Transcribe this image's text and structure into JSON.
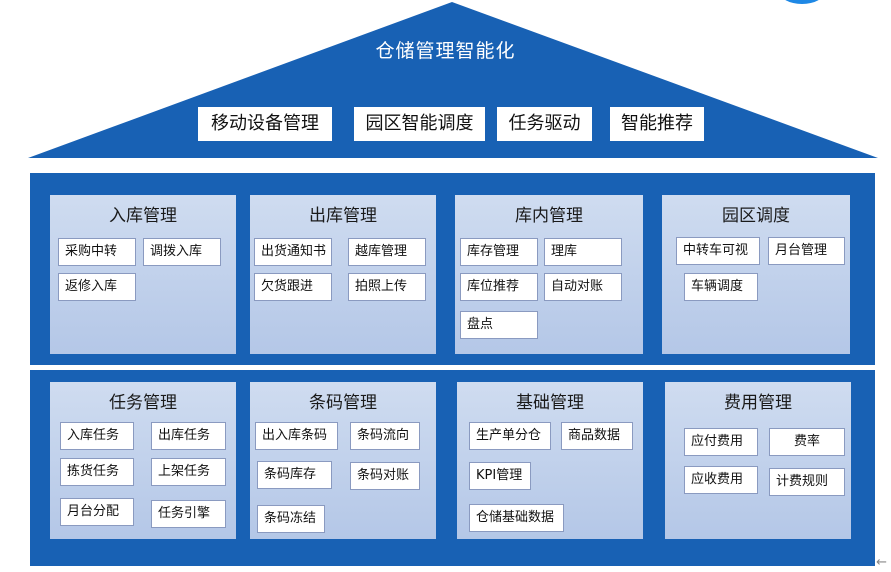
{
  "title": "仓储管理智能化",
  "roof_items": [
    {
      "label": "移动设备管理"
    },
    {
      "label": "园区智能调度"
    },
    {
      "label": "任务驱动"
    },
    {
      "label": "智能推荐"
    }
  ],
  "modules": [
    {
      "title": "入库管理",
      "chips": [
        {
          "label": "采购中转"
        },
        {
          "label": "调拨入库"
        },
        {
          "label": "返修入库"
        }
      ]
    },
    {
      "title": "出库管理",
      "chips": [
        {
          "label": "出货通知书"
        },
        {
          "label": "越库管理"
        },
        {
          "label": "欠货跟进"
        },
        {
          "label": "拍照上传"
        }
      ]
    },
    {
      "title": "库内管理",
      "chips": [
        {
          "label": "库存管理"
        },
        {
          "label": "理库"
        },
        {
          "label": "库位推荐"
        },
        {
          "label": "自动对账"
        },
        {
          "label": "盘点"
        }
      ]
    },
    {
      "title": "园区调度",
      "chips": [
        {
          "label": "中转车可视"
        },
        {
          "label": "月台管理"
        },
        {
          "label": "车辆调度"
        }
      ]
    },
    {
      "title": "任务管理",
      "chips": [
        {
          "label": "入库任务"
        },
        {
          "label": "出库任务"
        },
        {
          "label": "拣货任务"
        },
        {
          "label": "上架任务"
        },
        {
          "label": "月台分配"
        },
        {
          "label": "任务引擎"
        }
      ]
    },
    {
      "title": "条码管理",
      "chips": [
        {
          "label": "出入库条码"
        },
        {
          "label": "条码流向"
        },
        {
          "label": "条码库存"
        },
        {
          "label": "条码对账"
        },
        {
          "label": "条码冻结"
        }
      ]
    },
    {
      "title": "基础管理",
      "chips": [
        {
          "label": "生产单分仓"
        },
        {
          "label": "商品数据"
        },
        {
          "label": "KPI管理"
        },
        {
          "label": "仓储基础数据"
        }
      ]
    },
    {
      "title": "费用管理",
      "chips": [
        {
          "label": "应付费用"
        },
        {
          "label": "费率"
        },
        {
          "label": "应收费用"
        },
        {
          "label": "计费规则"
        }
      ]
    }
  ],
  "back_arrow": "←"
}
